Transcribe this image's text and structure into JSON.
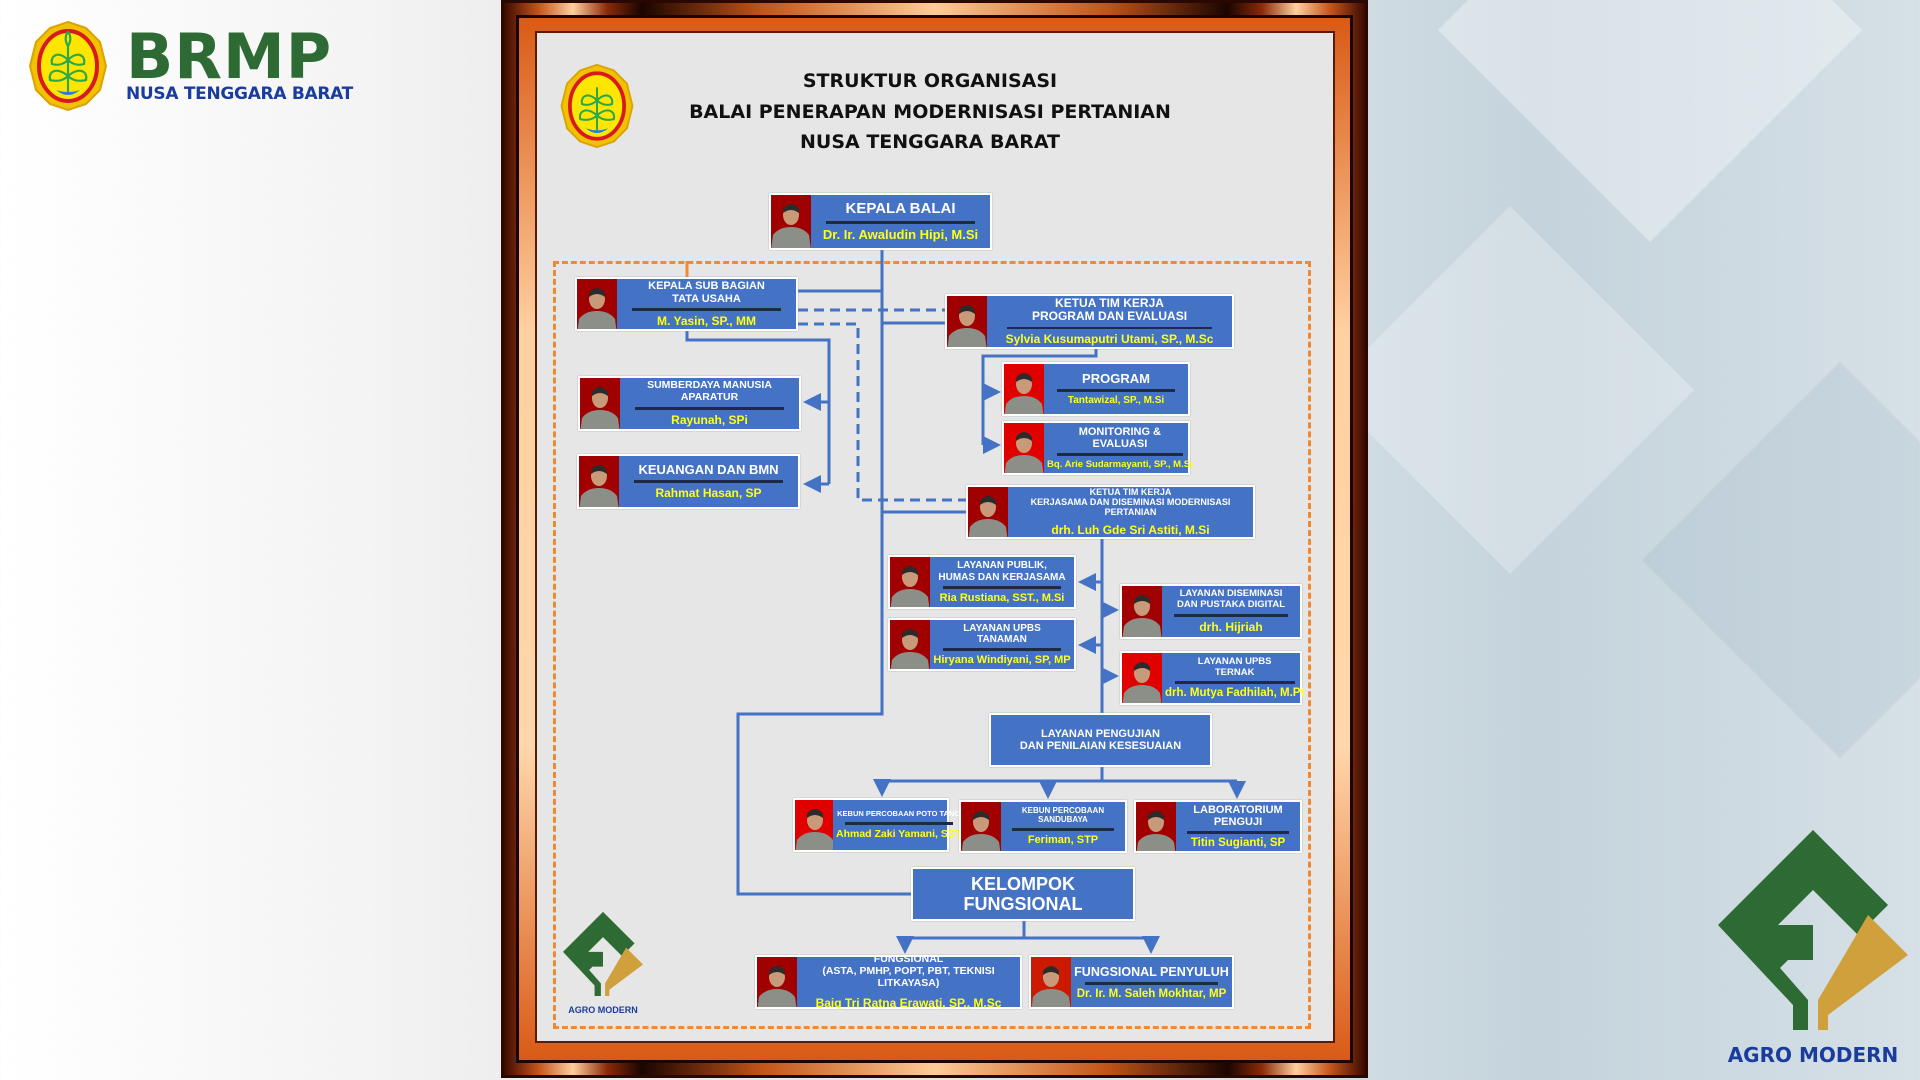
{
  "brand": {
    "name": "BRMP",
    "region": "NUSA TENGGARA BARAT",
    "agro_label": "AGRO MODERN"
  },
  "chart": {
    "title_lines": [
      "STRUKTUR ORGANISASI",
      "BALAI PENERAPAN MODERNISASI PERTANIAN",
      "NUSA TENGGARA BARAT"
    ],
    "units": [
      {
        "id": "kepala-balai",
        "title": [
          "KEPALA BALAI"
        ],
        "name": "Dr. Ir. Awaludin Hipi, M.Si"
      },
      {
        "id": "tata-usaha",
        "title": [
          "KEPALA SUB BAGIAN",
          "TATA USAHA"
        ],
        "name": "M. Yasin, SP., MM"
      },
      {
        "id": "program-evaluasi",
        "title": [
          "KETUA TIM KERJA",
          "PROGRAM DAN EVALUASI"
        ],
        "name": "Sylvia Kusumaputri Utami, SP., M.Sc"
      },
      {
        "id": "sdm-aparatur",
        "title": [
          "SUMBERDAYA MANUSIA APARATUR"
        ],
        "name": "Rayunah, SPi"
      },
      {
        "id": "keuangan-bmn",
        "title": [
          "KEUANGAN DAN BMN"
        ],
        "name": "Rahmat Hasan, SP"
      },
      {
        "id": "program",
        "title": [
          "PROGRAM"
        ],
        "name": "Tantawizal, SP., M.Si"
      },
      {
        "id": "monitoring-evaluasi",
        "title": [
          "MONITORING &",
          "EVALUASI"
        ],
        "name": "Bq. Arie Sudarmayanti, SP., M.Si"
      },
      {
        "id": "kerjasama-diseminasi",
        "title": [
          "KETUA TIM KERJA",
          "KERJASAMA DAN DISEMINASI MODERNISASI PERTANIAN"
        ],
        "name": "drh. Luh Gde Sri Astiti, M.Si"
      },
      {
        "id": "layanan-publik",
        "title": [
          "LAYANAN PUBLIK,",
          "HUMAS DAN KERJASAMA"
        ],
        "name": "Ria Rustiana, SST., M.Si"
      },
      {
        "id": "upbs-tanaman",
        "title": [
          "LAYANAN UPBS",
          "TANAMAN"
        ],
        "name": "Hiryana Windiyani, SP, MP"
      },
      {
        "id": "diseminasi-pustaka",
        "title": [
          "LAYANAN DISEMINASI",
          "DAN PUSTAKA DIGITAL"
        ],
        "name": "drh. Hijriah"
      },
      {
        "id": "upbs-ternak",
        "title": [
          "LAYANAN UPBS",
          "TERNAK"
        ],
        "name": "drh. Mutya Fadhilah, M.Pt"
      },
      {
        "id": "pengujian",
        "title": [
          "LAYANAN PENGUJIAN",
          "DAN PENILAIAN KESESUAIAN"
        ],
        "name": null
      },
      {
        "id": "kp-poto-tano",
        "title": [
          "KEBUN PERCOBAAN POTO TANO"
        ],
        "name": "Ahmad Zaki Yamani, SST"
      },
      {
        "id": "kp-sandubaya",
        "title": [
          "KEBUN PERCOBAAN SANDUBAYA"
        ],
        "name": "Feriman, STP"
      },
      {
        "id": "laboratorium",
        "title": [
          "LABORATORIUM",
          "PENGUJI"
        ],
        "name": "Titin Sugianti, SP"
      },
      {
        "id": "kelompok-fungsional",
        "title": [
          "KELOMPOK FUNGSIONAL"
        ],
        "name": null
      },
      {
        "id": "fungsional",
        "title": [
          "FUNGSIONAL",
          "(ASTA, PMHP, POPT, PBT, TEKNISI LITKAYASA)"
        ],
        "name": "Baiq Tri Ratna Erawati, SP., M.Sc"
      },
      {
        "id": "fungsional-penyuluh",
        "title": [
          "FUNGSIONAL PENYULUH"
        ],
        "name": "Dr. Ir. M. Saleh Mokhtar, MP"
      }
    ]
  },
  "colors": {
    "box": "#4472c4",
    "name_text": "#ffff1a",
    "connector": "#4472c4",
    "dash_border": "#f08a32"
  }
}
